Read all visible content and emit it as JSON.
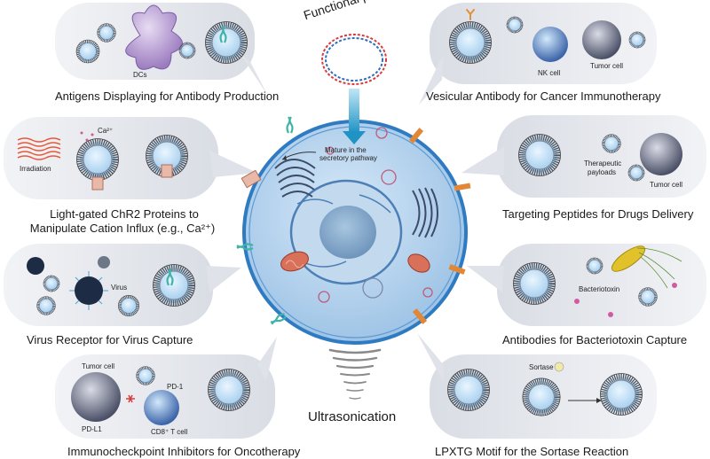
{
  "panels": {
    "antigens": {
      "caption": "Antigens Displaying for Antibody Production",
      "labels": {
        "dcs": "DCs"
      }
    },
    "chr2": {
      "caption_line1": "Light-gated ChR2 Proteins to",
      "caption_line2": "Manipulate Cation Influx (e.g., Ca²⁺)",
      "labels": {
        "ca": "Ca²⁺",
        "irradiation": "Irradiation"
      }
    },
    "virus": {
      "caption": "Virus Receptor for Virus Capture",
      "labels": {
        "virus": "Virus"
      }
    },
    "checkpoint": {
      "caption": "Immunocheckpoint Inhibitors for Oncotherapy",
      "labels": {
        "tumor_cell": "Tumor cell",
        "pd1": "PD-1",
        "pdl1": "PD-L1",
        "cd8": "CD8⁺ T cell"
      }
    },
    "vesicular_antibody": {
      "caption": "Vesicular Antibody for Cancer Immunotherapy",
      "labels": {
        "nk_cell": "NK cell",
        "tumor_cell": "Tumor cell"
      }
    },
    "targeting_peptides": {
      "caption": "Targeting Peptides for Drugs Delivery",
      "labels": {
        "therapeutic": "Therapeutic",
        "payloads": "payloads",
        "tumor_cell": "Tumor cell"
      }
    },
    "bacteriotoxin": {
      "caption": "Antibodies for Bacteriotoxin Capture",
      "labels": {
        "bacteriotoxin": "Bacteriotoxin"
      }
    },
    "lpxtg": {
      "caption": "LPXTG Motif for the Sortase Reaction",
      "labels": {
        "sortase": "Sortase"
      }
    }
  },
  "center": {
    "plasmid_label": "Functional plasmid",
    "mature_label_line1": "Mature in the",
    "mature_label_line2": "secretory pathway",
    "ultrasonication_label": "Ultrasonication"
  },
  "colors": {
    "panel_bg": "#e6e9ee",
    "cell_blue": "#b7d4ef",
    "cell_border": "#3c7fc2",
    "vesicle_ring": "#5b6069",
    "arrow": "#2b9fc8"
  }
}
